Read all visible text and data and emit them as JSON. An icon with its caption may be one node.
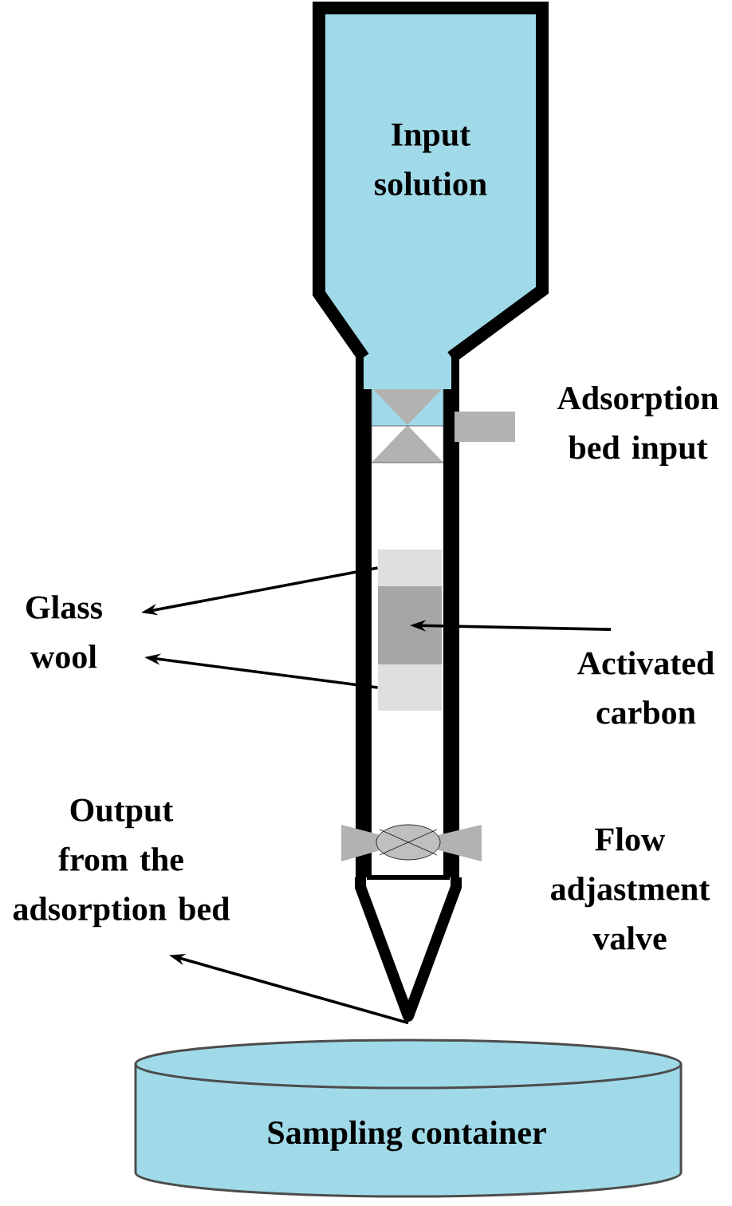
{
  "diagram": {
    "nodes": [
      {
        "text": [
          "Input solution"
        ]
      },
      {
        "text": [
          "Glass wool"
        ]
      },
      {
        "text": [],
        "shape": "box"
      },
      {
        "text": [],
        "shape": "box"
      },
      {
        "text": [],
        "shape": "box"
      },
      {
        "text": [
          "Activated carbon"
        ]
      },
      {
        "text": [
          "Output from the adsorption bed"
        ]
      },
      {
        "text": [],
        "shape": "cone"
      },
      {
        "text": [
          "Sampling container"
        ]
      }
    ],
    "edges": [
      {
        "from": 2,
        "to": 1,
        "arrow": "to"
      },
      {
        "from": 4,
        "to": 1,
        "arrow": "to"
      },
      {
        "from": 5,
        "to": 3,
        "arrow": "to"
      },
      {
        "from": 7,
        "to": 6,
        "arrow": "to"
      }
    ],
    "labels": [
      "Adsorption bed input",
      "Flow adjastment valve"
    ]
  }
}
